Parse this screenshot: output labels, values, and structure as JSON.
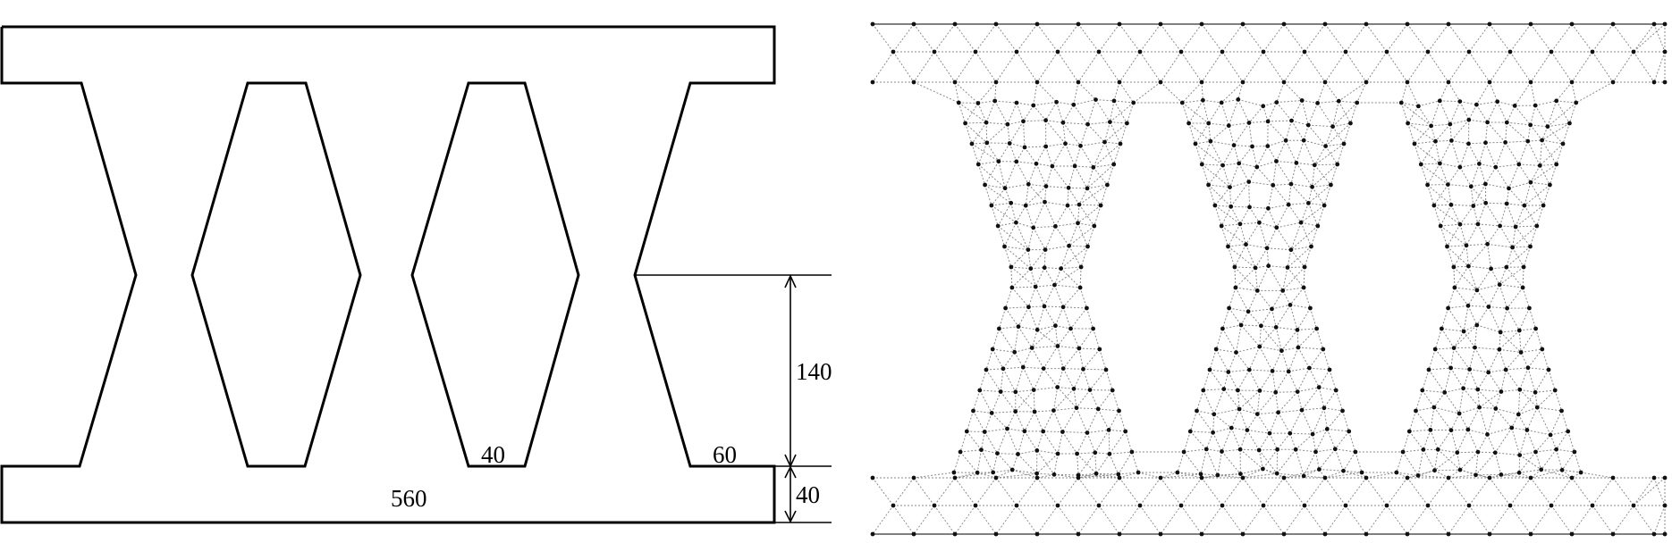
{
  "left_panel": {
    "dimensions": {
      "width_total": "560",
      "flange_thickness": "40",
      "half_height": "140",
      "hole_flat": "40",
      "edge_flat": "60"
    }
  },
  "right_panel": {
    "kind": "mesh"
  },
  "colors": {
    "outline": "#000000",
    "mesh_edge": "#8a8a8a",
    "node": "#111111"
  }
}
